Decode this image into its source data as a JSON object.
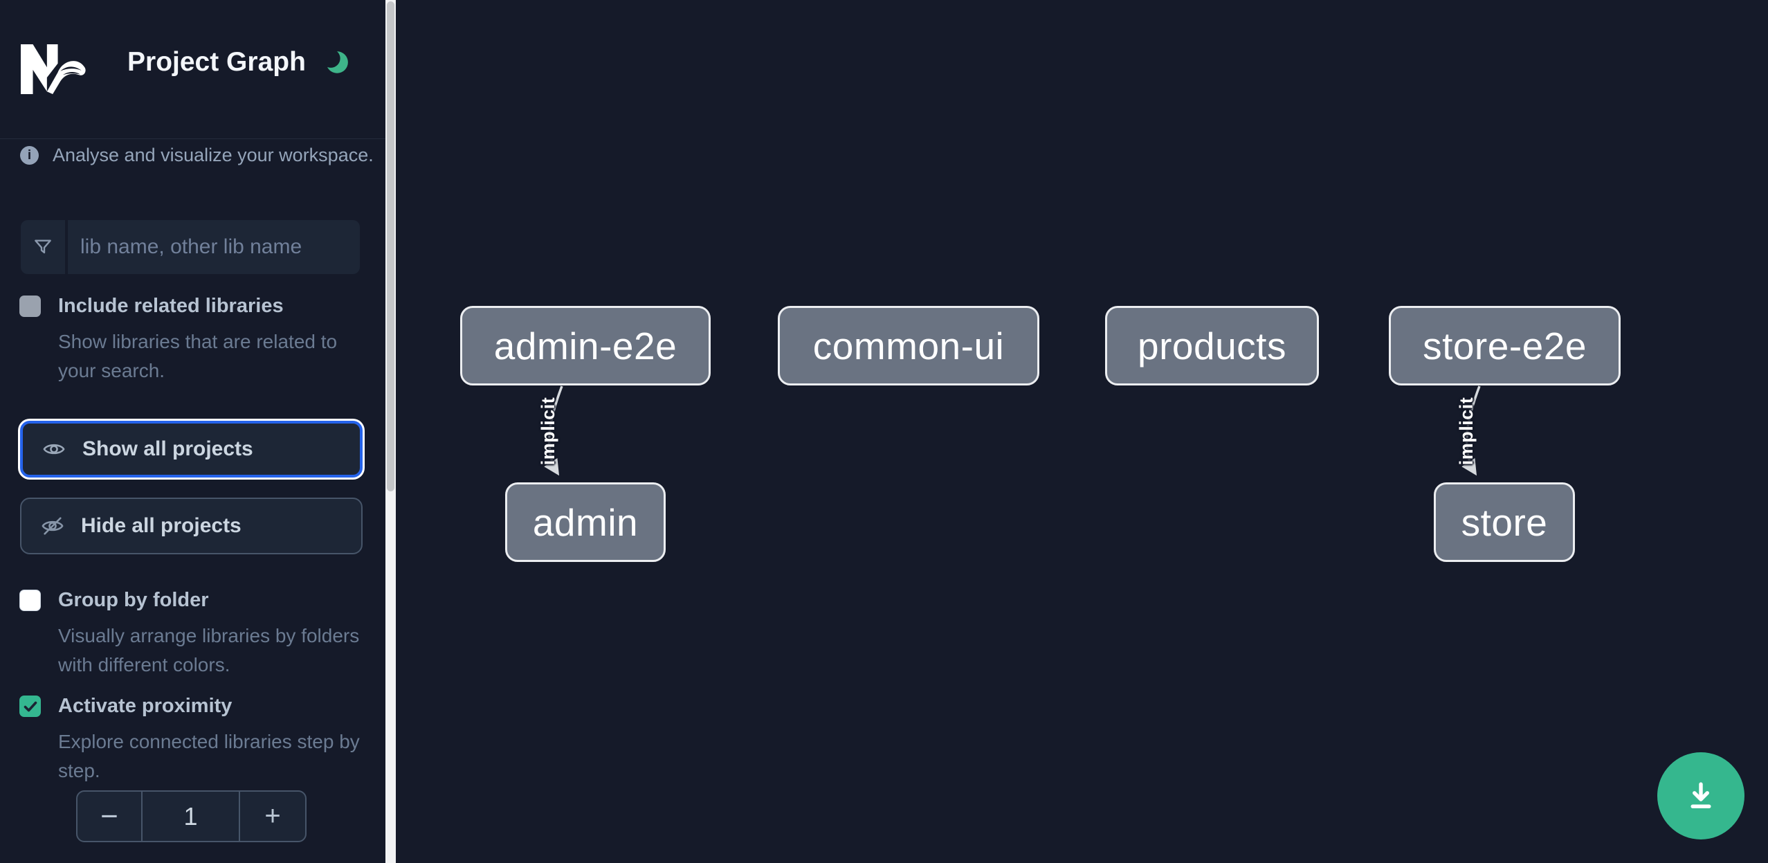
{
  "header": {
    "title": "Project Graph"
  },
  "sidebar": {
    "tagline": "Analyse and visualize your workspace.",
    "search": {
      "placeholder": "lib name, other lib name",
      "value": ""
    },
    "options": [
      {
        "label": "Include related libraries",
        "description": "Show libraries that are related to your search.",
        "checked": false,
        "disabled": true
      },
      {
        "label": "Group by folder",
        "description": "Visually arrange libraries by folders with different colors.",
        "checked": false,
        "disabled": false
      },
      {
        "label": "Activate proximity",
        "description": "Explore connected libraries step by step.",
        "checked": true,
        "disabled": false
      }
    ],
    "buttons": {
      "show_all": "Show all projects",
      "hide_all": "Hide all projects"
    },
    "stepper": {
      "decrement": "−",
      "value": "1",
      "increment": "+"
    }
  },
  "graph": {
    "nodes": [
      {
        "label": "admin-e2e"
      },
      {
        "label": "common-ui"
      },
      {
        "label": "products"
      },
      {
        "label": "store-e2e"
      },
      {
        "label": "admin"
      },
      {
        "label": "store"
      }
    ],
    "edges": [
      {
        "from": "admin-e2e",
        "to": "admin",
        "label": "implicit"
      },
      {
        "from": "store-e2e",
        "to": "store",
        "label": "implicit"
      }
    ]
  },
  "icons": {
    "logo": "nx-logo",
    "theme_toggle": "moon-icon",
    "tagline": "info-icon",
    "search": "filter-funnel-icon",
    "show_all": "eye-icon",
    "hide_all": "eye-off-icon",
    "checked_option": "checkmark-icon",
    "fab": "download-icon"
  },
  "colors": {
    "background": "#151a29",
    "panel": "#1d2636",
    "accent_green": "#35b78e",
    "focus_blue": "#2563eb",
    "node_fill": "#6a7382",
    "node_border": "#eceef1",
    "edge": "#d6dade"
  }
}
